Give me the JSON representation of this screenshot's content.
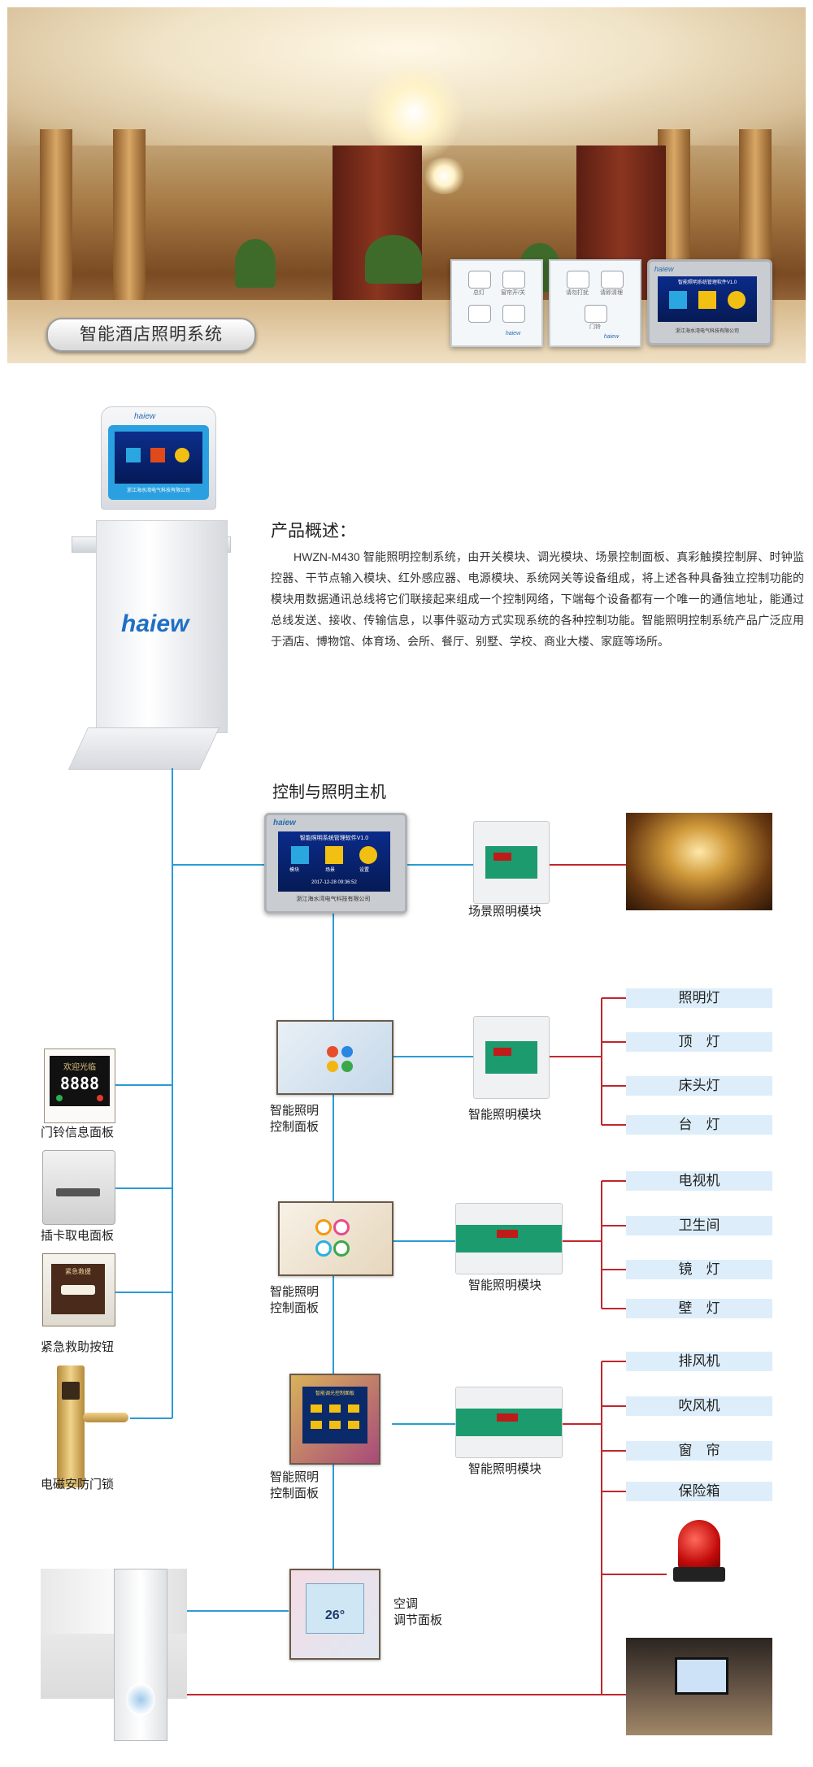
{
  "banner": {
    "title": "智能酒店照明系统",
    "wall_panel_1": {
      "keys": [
        "总灯",
        "窗帘开/关"
      ]
    },
    "wall_panel_2": {
      "keys": [
        "请勿打扰",
        "请即清理",
        "门铃"
      ]
    },
    "brand": "haiew",
    "touch_panel": {
      "screen_title": "智能照明系统管理软件V1.0",
      "footer": "浙江海水湾电气科技有限公司"
    }
  },
  "kiosk": {
    "brand": "haiew",
    "screen_footer": "浙江海水湾电气科技有限公司"
  },
  "overview": {
    "heading": "产品概述：",
    "body": "HWZN-M430 智能照明控制系统，由开关模块、调光模块、场景控制面板、真彩触摸控制屏、时钟监控器、干节点输入模块、红外感应器、电源模块、系统网关等设备组成，将上述各种具备独立控制功能的模块用数据通讯总线将它们联接起来组成一个控制网络，下端每个设备都有一个唯一的通信地址，能通过总线发送、接收、传输信息，以事件驱动方式实现系统的各种控制功能。智能照明控制系统产品广泛应用于酒店、博物馆、体育场、会所、餐厅、别墅、学校、商业大楼、家庭等场所。"
  },
  "diagram": {
    "host_title": "控制与照明主机",
    "host_panel": {
      "brand": "haiew",
      "screen_title": "智能照明系统管理软件V1.0",
      "icon_labels": [
        "模块",
        "场景",
        "设置"
      ],
      "time": "2017-12-28 09:36:52",
      "footer": "浙江海水湾电气科技有限公司"
    },
    "doorbell_display": "8888",
    "doorbell_title": "欢迎光临",
    "left_devices": [
      "门铃信息面板",
      "插卡取电面板",
      "紧急救助按钮",
      "电磁安防门锁"
    ],
    "emergency_panel_text": "紧急救援",
    "panel_label": "智能照明\n控制面板",
    "panel_labels": [
      "智能照明",
      "控制面板"
    ],
    "module_labels": [
      "场景照明模块",
      "智能照明模块",
      "智能照明模块",
      "智能照明模块"
    ],
    "ac_panel": {
      "label": [
        "空调",
        "调节面板"
      ],
      "temp": "26°"
    },
    "groups": [
      [
        "照明灯",
        "顶　灯",
        "床头灯",
        "台　灯"
      ],
      [
        "电视机",
        "卫生间",
        "镜　灯",
        "壁　灯"
      ],
      [
        "排风机",
        "吹风机",
        "窗　帘",
        "保险箱"
      ]
    ],
    "panel3_title": "智能调光控制面板",
    "colors": {
      "bus_blue": "#2a9bd6",
      "load_red": "#c0272d",
      "label_bg": "#ddeefa",
      "module_green": "#1b9b6e"
    }
  }
}
